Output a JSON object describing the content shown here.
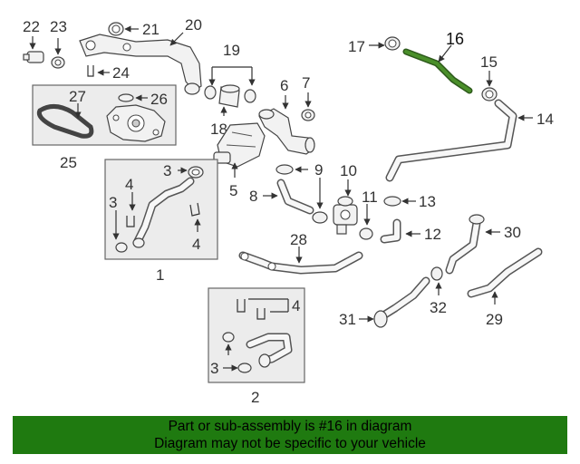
{
  "callouts": {
    "c1": "1",
    "c2": "2",
    "c3a": "3",
    "c3b": "3",
    "c3c": "3",
    "c4a": "4",
    "c4b": "4",
    "c4c": "4",
    "c5": "5",
    "c6": "6",
    "c7": "7",
    "c8": "8",
    "c9": "9",
    "c10": "10",
    "c11": "11",
    "c12": "12",
    "c13": "13",
    "c14": "14",
    "c15": "15",
    "c16": "16",
    "c17": "17",
    "c18": "18",
    "c19": "19",
    "c20": "20",
    "c21": "21",
    "c22": "22",
    "c23": "23",
    "c24": "24",
    "c25": "25",
    "c26": "26",
    "c27": "27",
    "c28": "28",
    "c29": "29",
    "c30": "30",
    "c31": "31",
    "c32": "32"
  },
  "highlighted_part": "16",
  "colors": {
    "banner": "#1f7a10",
    "highlight": "#4a8f2a"
  },
  "banner": {
    "line1": "Part or sub-assembly is #16 in diagram",
    "line2": "Diagram may not be specific to your vehicle"
  }
}
